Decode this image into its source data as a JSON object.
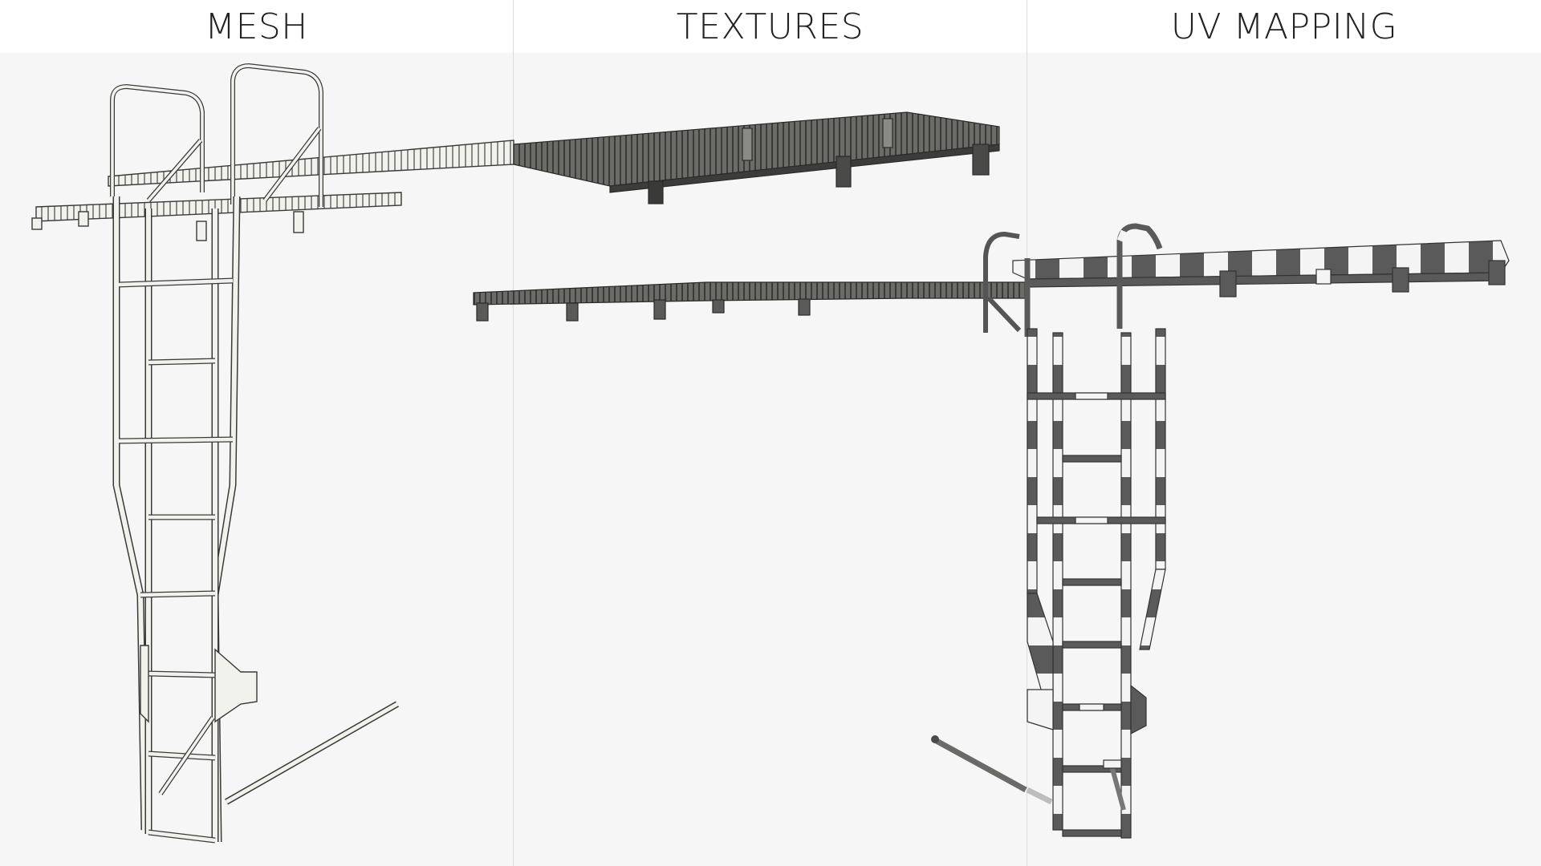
{
  "panels": [
    {
      "title": "MESH",
      "icon": "ladder-platform-wireframe-render"
    },
    {
      "title": "TEXTURES",
      "icon": "ladder-platform-textured-render"
    },
    {
      "title": "UV MAPPING",
      "icon": "ladder-platform-uv-checker-render"
    }
  ],
  "colors": {
    "background": "#f6f6f6",
    "header_bg": "#ffffff",
    "title_text": "#222222",
    "wire_fill": "#f2f2ec",
    "wire_stroke": "#3a3a3a",
    "texture_metal": "#4a4a48",
    "uv_dark": "#555555",
    "uv_light": "#f4f4f4"
  }
}
